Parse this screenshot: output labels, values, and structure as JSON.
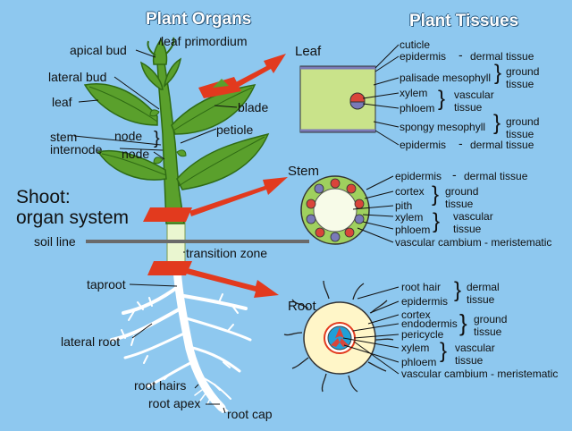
{
  "titles": {
    "left": "Plant Organs",
    "right": "Plant Tissues"
  },
  "organ_labels": {
    "apical_bud": "apical bud",
    "leaf_primordium": "leaf primordium",
    "lateral_bud": "lateral bud",
    "leaf": "leaf",
    "blade": "blade",
    "stem": "stem",
    "node_upper": "node",
    "internode": "internode",
    "node_lower": "node",
    "petiole": "petiole",
    "shoot_line1": "Shoot:",
    "shoot_line2": "organ system",
    "soil_line": "soil line",
    "transition_zone": "transition zone",
    "taproot": "taproot",
    "lateral_root": "lateral root",
    "root_hairs": "root hairs",
    "root_apex": "root apex",
    "root_cap": "root cap"
  },
  "leaf_section": {
    "title": "Leaf",
    "cuticle": "cuticle",
    "epidermis_top": "epidermis",
    "dermal_top": "dermal tissue",
    "palisade": "palisade mesophyll",
    "ground_1": "ground",
    "tissue_1": "tissue",
    "xylem": "xylem",
    "phloem": "phloem",
    "vascular": "vascular",
    "vascular_tissue": "tissue",
    "spongy": "spongy mesophyll",
    "ground_2": "ground",
    "tissue_2": "tissue",
    "epidermis_bottom": "epidermis",
    "dermal_bottom": "dermal tissue",
    "dash": "-"
  },
  "stem_section": {
    "title": "Stem",
    "epidermis": "epidermis",
    "dermal": "dermal tissue",
    "cortex": "cortex",
    "pith": "pith",
    "ground": "ground",
    "ground_tissue": "tissue",
    "xylem": "xylem",
    "phloem": "phloem",
    "vascular": "vascular",
    "vascular_tissue": "tissue",
    "cambium": "vascular cambium - meristematic",
    "dash": "-"
  },
  "root_section": {
    "title": "Root",
    "root_hair": "root hair",
    "epidermis": "epidermis",
    "dermal": "dermal",
    "dermal_tissue": "tissue",
    "cortex": "cortex",
    "endodermis": "endodermis",
    "pericycle": "pericycle",
    "ground": "ground",
    "ground_tissue": "tissue",
    "xylem": "xylem",
    "phloem": "phloem",
    "vascular": "vascular",
    "vascular_tissue": "tissue",
    "cambium": "vascular cambium - meristematic"
  },
  "brace": "}",
  "colors": {
    "background": "#8ec8ef",
    "leaf_green": "#5aa02c",
    "leaf_dark": "#2f6b14",
    "leaf_panel": "#c9e38a",
    "root_white": "#ffffff",
    "soil_line": "#6a6a6a",
    "arrow_red": "#e23a1e",
    "stem_cortex": "#9fd05e",
    "root_cortex": "#fff6c8",
    "xylem_red": "#d9453a",
    "phloem_purple": "#7a7ab8",
    "root_stele": "#20a0d8"
  }
}
